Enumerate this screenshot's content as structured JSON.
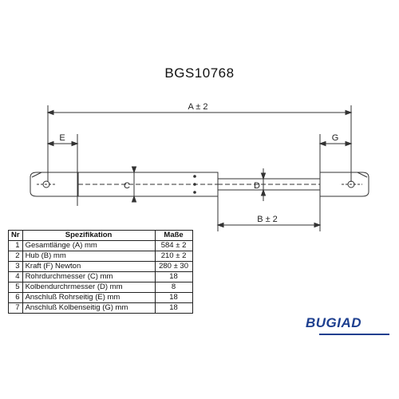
{
  "title": "BGS10768",
  "dimensions": {
    "a_label": "A ± 2",
    "b_label": "B ± 2",
    "c_label": "C",
    "d_label": "D",
    "e_label": "E",
    "g_label": "G"
  },
  "table": {
    "headers": [
      "Nr",
      "Spezifikation",
      "Maße"
    ],
    "rows": [
      {
        "nr": "1",
        "spec": "Gesamtlänge (A) mm",
        "value": "584 ± 2"
      },
      {
        "nr": "2",
        "spec": "Hub (B)  mm",
        "value": "210 ± 2"
      },
      {
        "nr": "3",
        "spec": "Kraft (F) Newton",
        "value": "280 ± 30"
      },
      {
        "nr": "4",
        "spec": "Rohrdurchmesser (C) mm",
        "value": "18"
      },
      {
        "nr": "5",
        "spec": "Kolbendurchrmesser (D) mm",
        "value": "8"
      },
      {
        "nr": "6",
        "spec": "Anschluß Rohrseitig (E) mm",
        "value": "18"
      },
      {
        "nr": "7",
        "spec": "Anschluß Kolbenseitig (G) mm",
        "value": "18"
      }
    ]
  },
  "brand": {
    "name": "BUGIAD",
    "color": "#1d3f8f"
  }
}
